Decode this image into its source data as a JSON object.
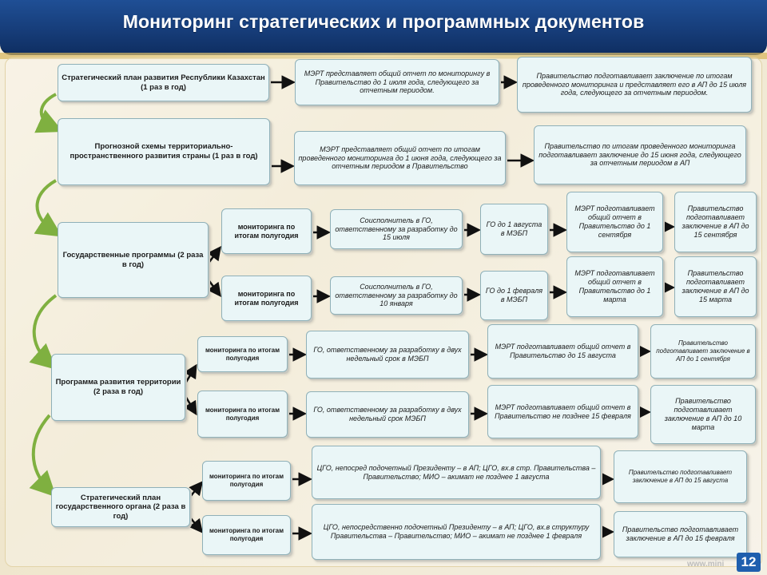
{
  "title": "Мониторинг стратегических и программных документов",
  "page_number": "12",
  "watermark": "www.mini",
  "rows": {
    "r1": {
      "doc": "Стратегический план развития Республики Казахстан (1 раз в год)",
      "step1": "МЭРТ представляет общий отчет по мониторингу в Правительство до 1 июля года, следующего за отчетным периодом.",
      "step2": "Правительство подготавливает заключение по итогам проведенного мониторинга и представляет его в АП до 15 июля года, следующего за отчетным периодом."
    },
    "r2": {
      "doc": "Прогнозной схемы территориально-пространственного развития страны (1 раз в год)",
      "step1": "МЭРТ представляет общий отчет по итогам проведенного мониторинга до 1 июня года, следующего за отчетным периодом в Правительство",
      "step2": "Правительство по итогам проведенного мониторинга подготавливает заключение до 15 июня года, следующего за отчетным периодом в АП"
    },
    "r3": {
      "doc": "Государственные программы (2 раза в год)",
      "a": {
        "monitor": "мониторинга по итогам полугодия",
        "step1": "Соисполнитель в ГО, ответственному за разработку до 15 июля",
        "step2": "ГО до 1 августа в МЭБП",
        "step3": "МЭРТ подготавливает общий отчет в Правительство до 1 сентября",
        "step4": "Правительство подготавливает заключение в АП до 15 сентября"
      },
      "b": {
        "monitor": "мониторинга по итогам полугодия",
        "step1": "Соисполнитель в ГО, ответственному за разработку до 10 января",
        "step2": "ГО до 1 февраля в МЭБП",
        "step3": "МЭРТ подготавливает общий отчет в Правительство до 1 марта",
        "step4": "Правительство подготавливает заключение в АП до 15 марта"
      }
    },
    "r4": {
      "doc": "Программа развития территории (2 раза в год)",
      "a": {
        "monitor": "мониторинга по итогам полугодия",
        "step1": "ГО, ответственному за разработку в двух недельный срок в МЭБП",
        "step2": "МЭРТ подготавливает общий отчет в Правительство до 15 августа",
        "step3": "Правительство подготавливает заключение в АП до 1 сентября"
      },
      "b": {
        "monitor": "мониторинга по итогам полугодия",
        "step1": "ГО, ответственному за разработку в двух недельный срок МЭБП",
        "step2": "МЭРТ подготавливает общий отчет в Правительство не позднее 15 февраля",
        "step3": "Правительство подготавливает заключение в АП до 10 марта"
      }
    },
    "r5": {
      "doc": "Стратегический план государственного органа (2 раза в год)",
      "a": {
        "monitor": "мониторинга по итогам полугодия",
        "step1": "ЦГО, непосред подочетный Президенту – в АП; ЦГО, вх.в стр. Правительства – Правительство; МИО – акимат не позднее 1 августа",
        "step2": "Правительство подготавливает заключение в АП до 15 августа"
      },
      "b": {
        "monitor": "мониторинга по итогам полугодия",
        "step1": "ЦГО, непосредственно подочетный Президенту – в АП; ЦГО, вх.в структуру Правительства – Правительство; МИО – акимат не позднее 1 февраля",
        "step2": "Правительство подготавливает заключение в АП до 15 февраля"
      }
    }
  }
}
